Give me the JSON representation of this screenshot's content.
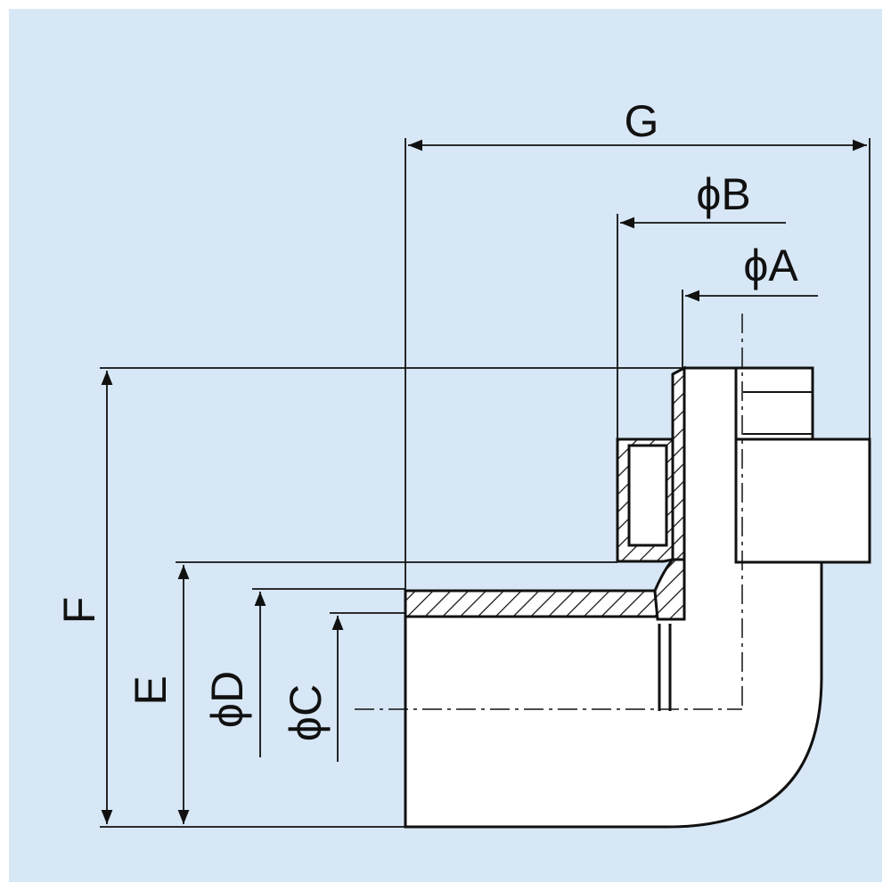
{
  "colors": {
    "background": "#d7e7f5",
    "frame": "#ffffff",
    "part_fill": "#ffffff",
    "line": "#111111"
  },
  "labels": {
    "G": "G",
    "B": "ϕB",
    "A": "ϕA",
    "F": "F",
    "E": "E",
    "D": "ϕD",
    "C": "ϕC"
  }
}
